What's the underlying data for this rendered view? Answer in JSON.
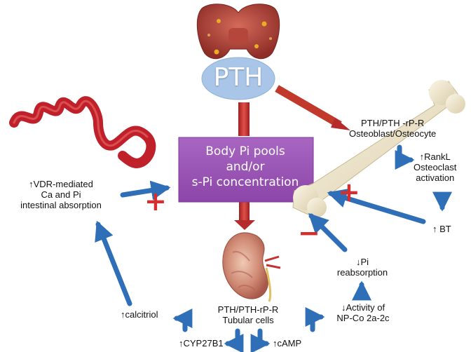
{
  "colors": {
    "thyroid": "#b84a3c",
    "thyroid_nodule": "#e8b020",
    "pth_oval": "#a9c6e8",
    "pi_box": "#9b59b6",
    "red_arrow": "#c0392b",
    "blue_arrow": "#2e6fb8",
    "plus_sign": "#d62e2e",
    "minus_sign": "#d62e2e",
    "bone": "#f3ecd4",
    "intestine": "#c0202a",
    "kidney": "#c97a6a"
  },
  "pth": {
    "label": "PTH"
  },
  "pi_box": {
    "line1": "Body Pi pools",
    "line2": "and/or",
    "line3": "s-Pi  concentration"
  },
  "bone_pathway": {
    "receptor_line1": "PTH/PTH -rP-R",
    "receptor_line2": "Osteoblast/Osteocyte",
    "rankl_line1": "↑RankL",
    "rankl_line2": "Osteoclast",
    "rankl_line3": "activation",
    "bt": "↑ BT",
    "sign": "+"
  },
  "intestine_pathway": {
    "line1": "↑VDR-mediated",
    "line2": "Ca  and Pi",
    "line3": "intestinal absorption",
    "sign": "+"
  },
  "kidney_pathway": {
    "receptor_line1": "PTH/PTH-rP-R",
    "receptor_line2": "Tubular cells",
    "calcitriol": "↑calcitriol",
    "cyp": "↑CYP27B1",
    "camp": "↑cAMP",
    "activity_line1": "↓Activity of",
    "activity_line2": "NP-Co 2a-2c",
    "reabsorption_line1": "↓Pi",
    "reabsorption_line2": "reabsorption",
    "sign": "−"
  },
  "icons": [
    "thyroid-gland-icon",
    "intestine-icon",
    "bone-icon",
    "kidney-icon"
  ]
}
